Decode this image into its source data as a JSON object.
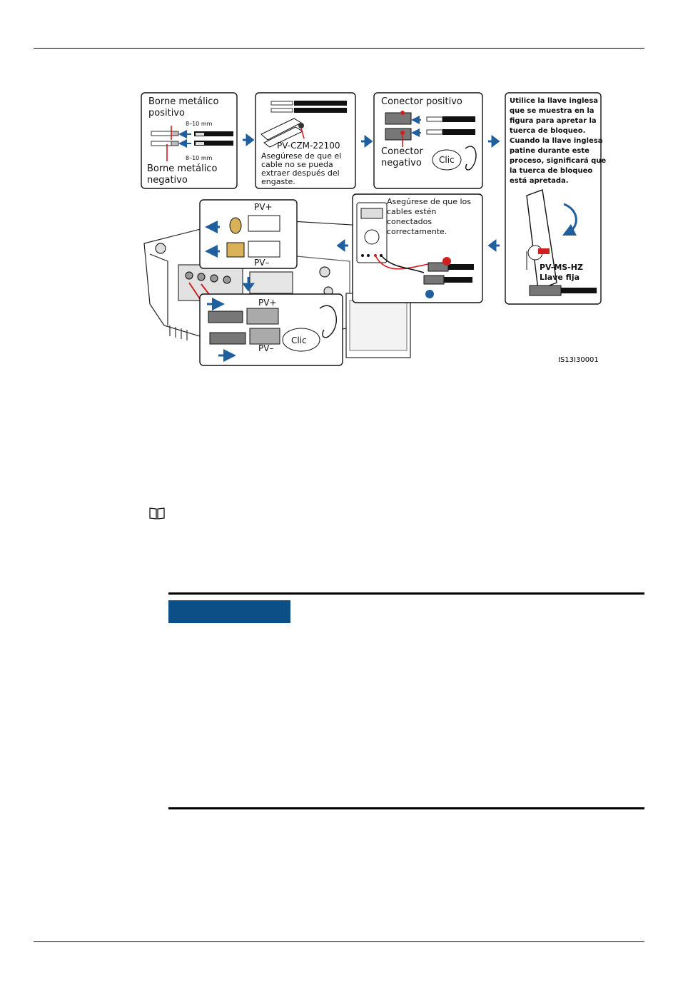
{
  "figure": {
    "id": "IS13I30001",
    "panel1": {
      "positive_label_l1": "Borne metálico",
      "positive_label_l2": "positivo",
      "dim_top": "8–10 mm",
      "dim_bottom": "8–10 mm",
      "negative_label_l1": "Borne metálico",
      "negative_label_l2": "negativo"
    },
    "panel2": {
      "tool": "PV-CZM-22100",
      "note_l1": "Asegúrese de que el",
      "note_l2": "cable no se pueda",
      "note_l3": "extraer después del",
      "note_l4": "engaste."
    },
    "panel3": {
      "positive": "Conector positivo",
      "negative_l1": "Conector",
      "negative_l2": "negativo",
      "click": "Clic"
    },
    "panel4": {
      "text_l1": "Utilice la llave inglesa",
      "text_l2": "que se muestra en la",
      "text_l3": "figura para apretar la",
      "text_l4": "tuerca de bloqueo.",
      "text_l5": "Cuando la llave inglesa",
      "text_l6": "patine durante este",
      "text_l7": "proceso, significará que",
      "text_l8": "la tuerca de bloqueo",
      "text_l9": "está apretada.",
      "wrench_model": "PV-MS-HZ",
      "wrench_name": "Llave fija"
    },
    "panel5": {
      "text_l1": "Asegúrese de que los",
      "text_l2": "cables estén",
      "text_l3": "conectados",
      "text_l4": "correctamente."
    },
    "panel6": {
      "pv_plus": "PV+",
      "pv_minus": "PV–"
    },
    "panel7": {
      "pv_plus": "PV+",
      "pv_minus": "PV–",
      "click": "Clic"
    }
  },
  "colors": {
    "accent_blue": "#0c4f86",
    "arrow_blue": "#1f5f9e",
    "highlight_red": "#d01f1f",
    "cap_tan": "#d9b15a"
  }
}
